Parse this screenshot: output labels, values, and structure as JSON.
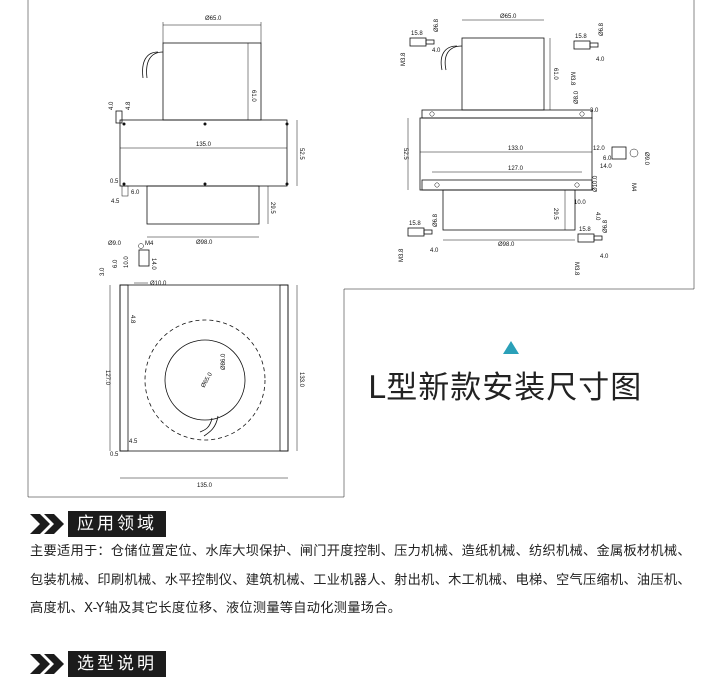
{
  "drawing": {
    "caption": "L型新款安装尺寸图",
    "dims": {
      "d65": "Ø65.0",
      "d61": "61.0",
      "d4_8": "4.8",
      "d4_0": "4.0",
      "d135": "135.0",
      "d52_5": "52.5",
      "d0_5": "0.5",
      "d6_0": "6.0",
      "d4_5": "4.5",
      "d29_5": "29.5",
      "d98": "Ø98.0",
      "d9": "Ø9.0",
      "m4": "M4",
      "d14": "14.0",
      "d3": "3.0",
      "d10": "10.0",
      "d10dia": "Ø10.0",
      "d127": "127.0",
      "d133": "133.0",
      "d86": "Ø86.0",
      "d15_8": "15.8",
      "d6_8": "Ø6.8",
      "m3_8": "M3.8",
      "d12": "12.0",
      "d6": "6.0",
      "d8": "Ø8.0",
      "d10b": "10.0",
      "d4": "4.0"
    }
  },
  "sections": {
    "application_title": "应用领域",
    "application_text": "主要适用于：仓储位置定位、水库大坝保护、闸门开度控制、压力机械、造纸机械、纺织机械、金属板材机械、包装机械、印刷机械、水平控制仪、建筑机械、工业机器人、射出机、木工机械、电梯、空气压缩机、油压机、高度机、X-Y轴及其它长度位移、液位测量等自动化测量场合。",
    "selection_title": "选型说明"
  },
  "colors": {
    "accent_triangle": "#2aa0b8",
    "banner_bg": "#1c1c1c"
  }
}
